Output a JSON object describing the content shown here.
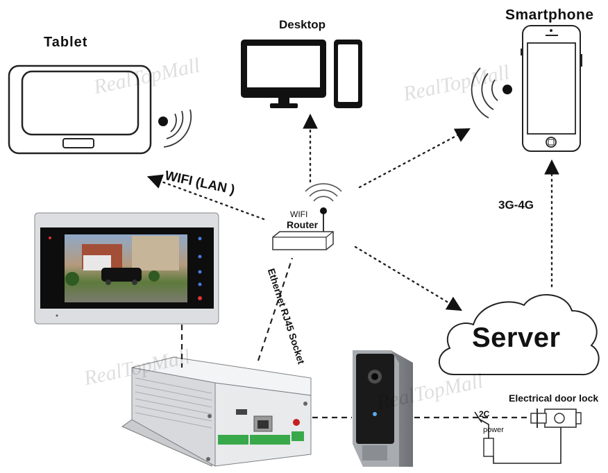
{
  "labels": {
    "tablet": "Tablet",
    "desktop": "Desktop",
    "smartphone": "Smartphone",
    "wifi_lan": "WIFI (LAN )",
    "router_top": "WIFI",
    "router_bottom": "Router",
    "mobile_network": "3G-4G",
    "ethernet": "Ethernet RJ45 Socket",
    "server": "Server",
    "door_lock": "Electrical door lock",
    "two_c": "2C",
    "power": "power"
  },
  "watermark": "RealTopMall",
  "colors": {
    "device_dark": "#1a1a1a",
    "monitor_silver": "#d8dadd",
    "box_silver": "#e6e8ea",
    "terminal_green": "#39a84a",
    "station_grey": "#9da0a4",
    "signal_ring": "#333333"
  }
}
